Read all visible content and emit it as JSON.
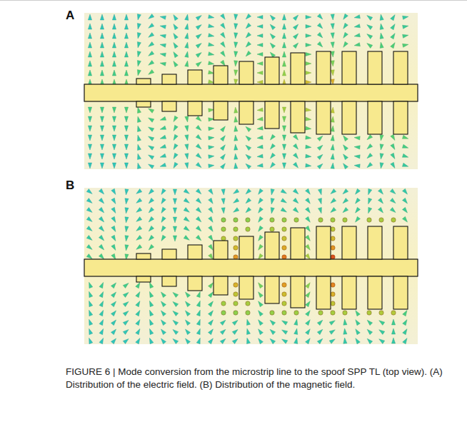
{
  "diagram": {
    "caption": "FIGURE 6 | Mode conversion from the microstrip line to the spoof SPP TL (top view). (A) Distribution of the electric field. (B) Distribution of the magnetic field.",
    "labels": [
      "A",
      "B"
    ]
  }
}
